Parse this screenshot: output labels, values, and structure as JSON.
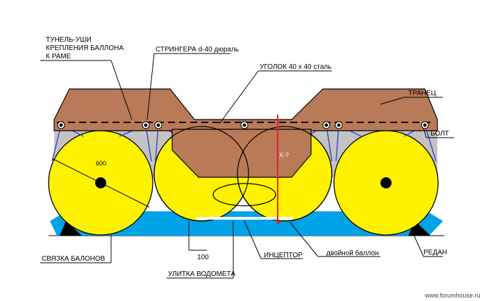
{
  "colors": {
    "pontoon_yellow": "#FFF200",
    "deck_brown": "#B97A57",
    "hull_blue": "#00A2E8",
    "frame_gray": "#C3C3C3",
    "strut_blue": "#3F48CC",
    "marker_red": "#ED1C24",
    "line_black": "#000000"
  },
  "labels": {
    "tunnel_line1": "ТУНЕЛЬ-УШИ",
    "tunnel_line2": "КРЕПЛЕНИЯ БАЛЛОНА",
    "tunnel_line3": "К РАМЕ",
    "stringers": "СТРИНГЕРА d-40 дюраль",
    "angle": "УГОЛОК 40 х 40 сталь",
    "transom": "ТРАНЕЦ",
    "bolt": "БОЛТ",
    "diameter": "600",
    "x_mark": "X-?",
    "dim_100": "100",
    "tie": "СВЯЗКА БАЛОНОВ",
    "jet_volute": "УЛИТКА ВОДОМЕТА",
    "inceptor": "ИНЦЕПТОР",
    "double_balloon": "двойной баллон",
    "redan": "РЕДАН",
    "watermark": "www.forumhouse.ru"
  }
}
